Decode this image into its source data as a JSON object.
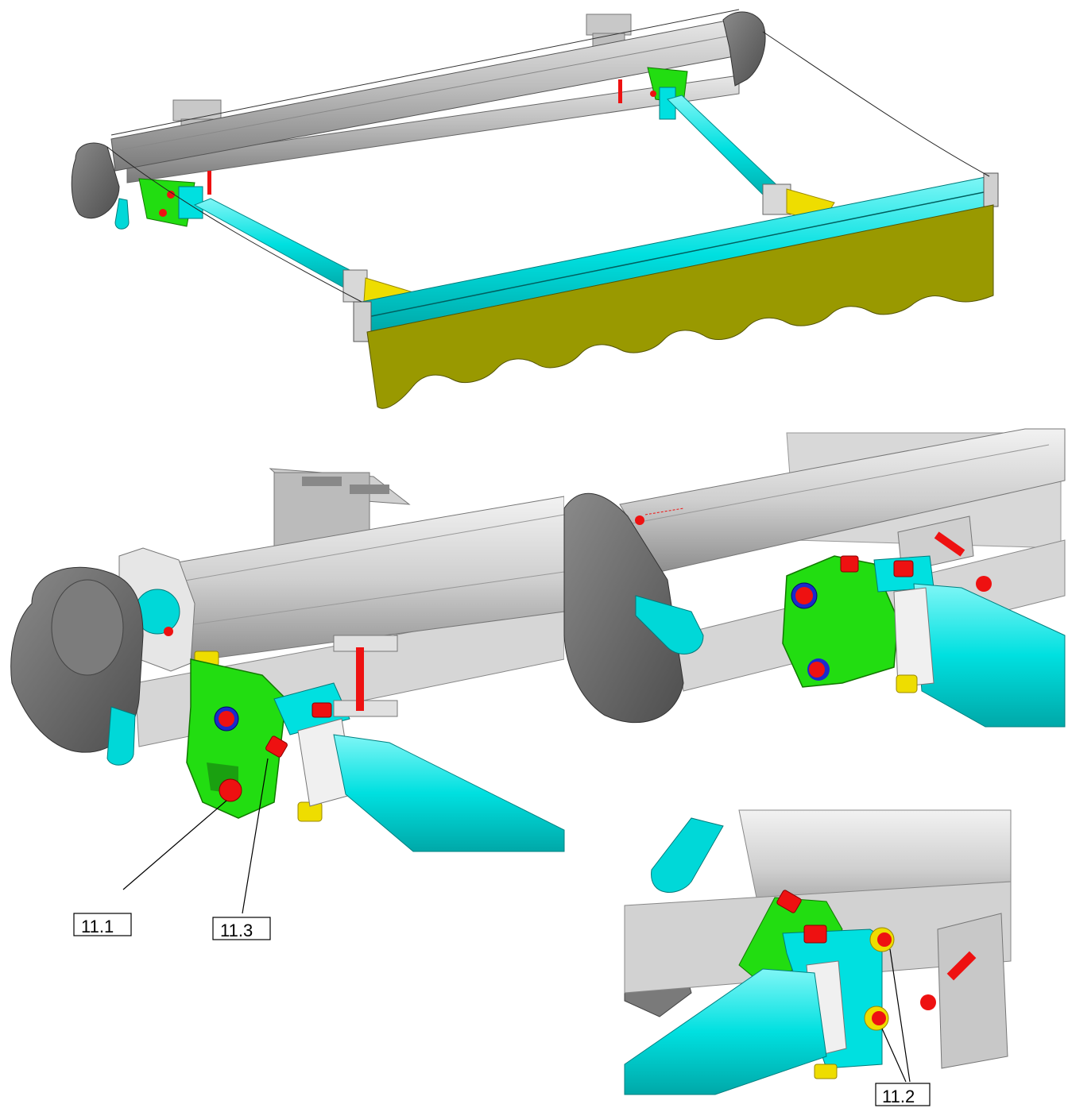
{
  "callouts": [
    {
      "id": "c1",
      "label": "11.1"
    },
    {
      "id": "c2",
      "label": "11.3"
    },
    {
      "id": "c3",
      "label": "11.2"
    }
  ],
  "colors": {
    "fabric": "#999900",
    "arm": "#00e0e0",
    "bracket": "#22dd11",
    "bolt": "#ee1111",
    "yellow": "#eedd00",
    "frame": "#a8a8a8",
    "frame_light": "#d8d8d8",
    "frame_dark": "#6a6a6a"
  }
}
